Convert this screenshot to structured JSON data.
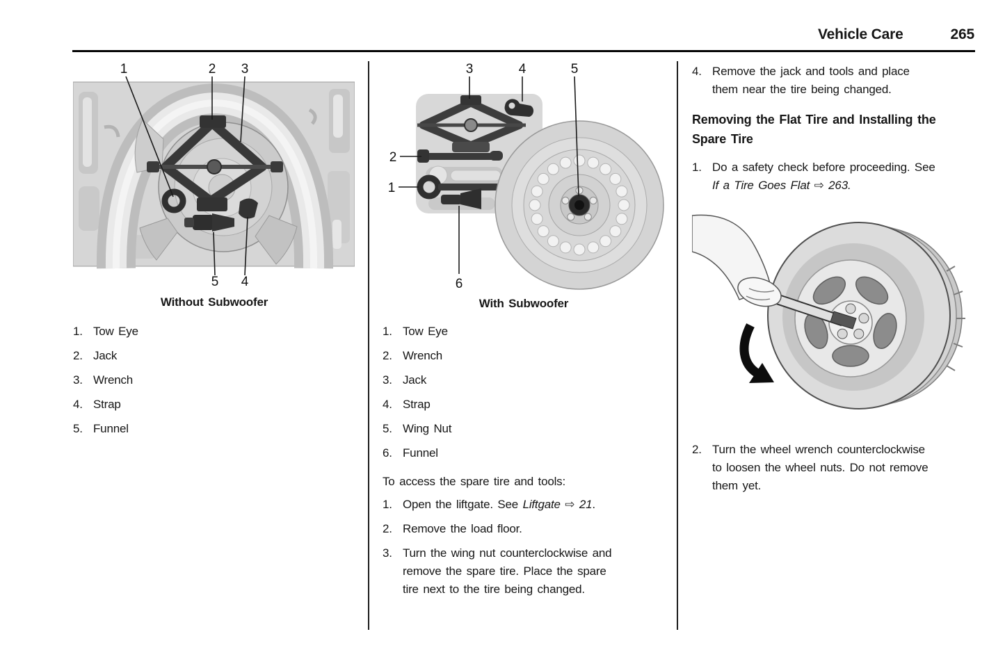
{
  "header": {
    "title": "Vehicle Care",
    "page_number": "265"
  },
  "col1": {
    "caption": "Without Subwoofer",
    "callouts": [
      "1",
      "2",
      "3",
      "4",
      "5"
    ],
    "legend": [
      {
        "num": "1.",
        "label": "Tow Eye"
      },
      {
        "num": "2.",
        "label": "Jack"
      },
      {
        "num": "3.",
        "label": "Wrench"
      },
      {
        "num": "4.",
        "label": "Strap"
      },
      {
        "num": "5.",
        "label": "Funnel"
      }
    ]
  },
  "col2": {
    "caption": "With Subwoofer",
    "callouts": [
      "1",
      "2",
      "3",
      "4",
      "5",
      "6"
    ],
    "legend": [
      {
        "num": "1.",
        "label": "Tow Eye"
      },
      {
        "num": "2.",
        "label": "Wrench"
      },
      {
        "num": "3.",
        "label": "Jack"
      },
      {
        "num": "4.",
        "label": "Strap"
      },
      {
        "num": "5.",
        "label": "Wing Nut"
      },
      {
        "num": "6.",
        "label": "Funnel"
      }
    ],
    "intro": "To access the spare tire and tools:",
    "steps": [
      {
        "num": "1.",
        "text": "Open the liftgate. See ",
        "ref_italic": "Liftgate ⇨ 21",
        "post": "."
      },
      {
        "num": "2.",
        "text": "Remove the load floor."
      },
      {
        "num": "3.",
        "lines": [
          "Turn the wing nut counterclockwise and",
          "remove the spare tire. Place the spare",
          "tire next to the tire being changed."
        ]
      }
    ]
  },
  "col3": {
    "step_prev": {
      "num": "4.",
      "lines": [
        "Remove the jack and tools and place",
        "them near the tire being changed."
      ]
    },
    "heading": {
      "lines": [
        "Removing the Flat Tire and Installing the",
        "Spare Tire"
      ]
    },
    "step1": {
      "num": "1.",
      "line1": "Do a safety check before proceeding. See",
      "line2_italic": "If a Tire Goes Flat ⇨ 263."
    },
    "step2": {
      "num": "2.",
      "lines": [
        "Turn the wheel wrench counterclockwise",
        "to loosen the wheel nuts. Do not remove",
        "them yet."
      ]
    }
  },
  "colors": {
    "text": "#161616",
    "rule": "#050505",
    "figure_bg": "#d6d6d6",
    "tool_dark": "#383838"
  }
}
